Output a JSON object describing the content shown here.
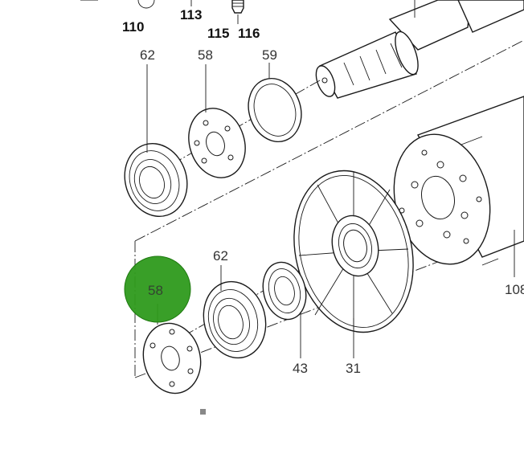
{
  "diagram": {
    "labels": {
      "p110": "110",
      "p113": "113",
      "p115": "115",
      "p116": "116",
      "p62_top": "62",
      "p58_top": "58",
      "p59": "59",
      "p62_bottom": "62",
      "p58_bottom": "58",
      "p43": "43",
      "p31": "31",
      "p108": "108"
    },
    "highlight": {
      "color": "#2e9a1c",
      "target_label": "58"
    }
  }
}
